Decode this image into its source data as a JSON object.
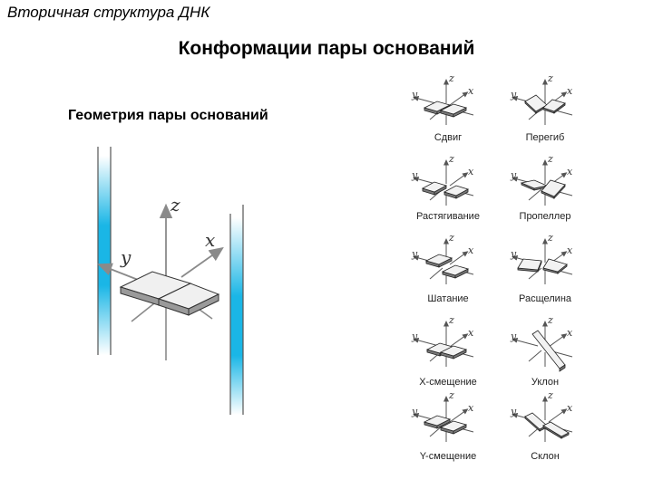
{
  "header": {
    "section": "Вторичная структура ДНК",
    "title": "Конформации пары оснований"
  },
  "left_panel": {
    "subtitle": "Геометрия пары оснований",
    "axes": {
      "z": "z",
      "x": "x",
      "y": "y"
    },
    "helix_color": "#1ab6e6"
  },
  "conformations": [
    {
      "label": "Сдвиг"
    },
    {
      "label": "Перегиб"
    },
    {
      "label": "Растягивание"
    },
    {
      "label": "Пропеллер"
    },
    {
      "label": "Шатание"
    },
    {
      "label": "Расщелина"
    },
    {
      "label": "X-смещение"
    },
    {
      "label": "Уклон"
    },
    {
      "label": "Y-смещение"
    },
    {
      "label": "Склон"
    }
  ],
  "small_axes": {
    "z": "z",
    "x": "x",
    "y": "y"
  }
}
